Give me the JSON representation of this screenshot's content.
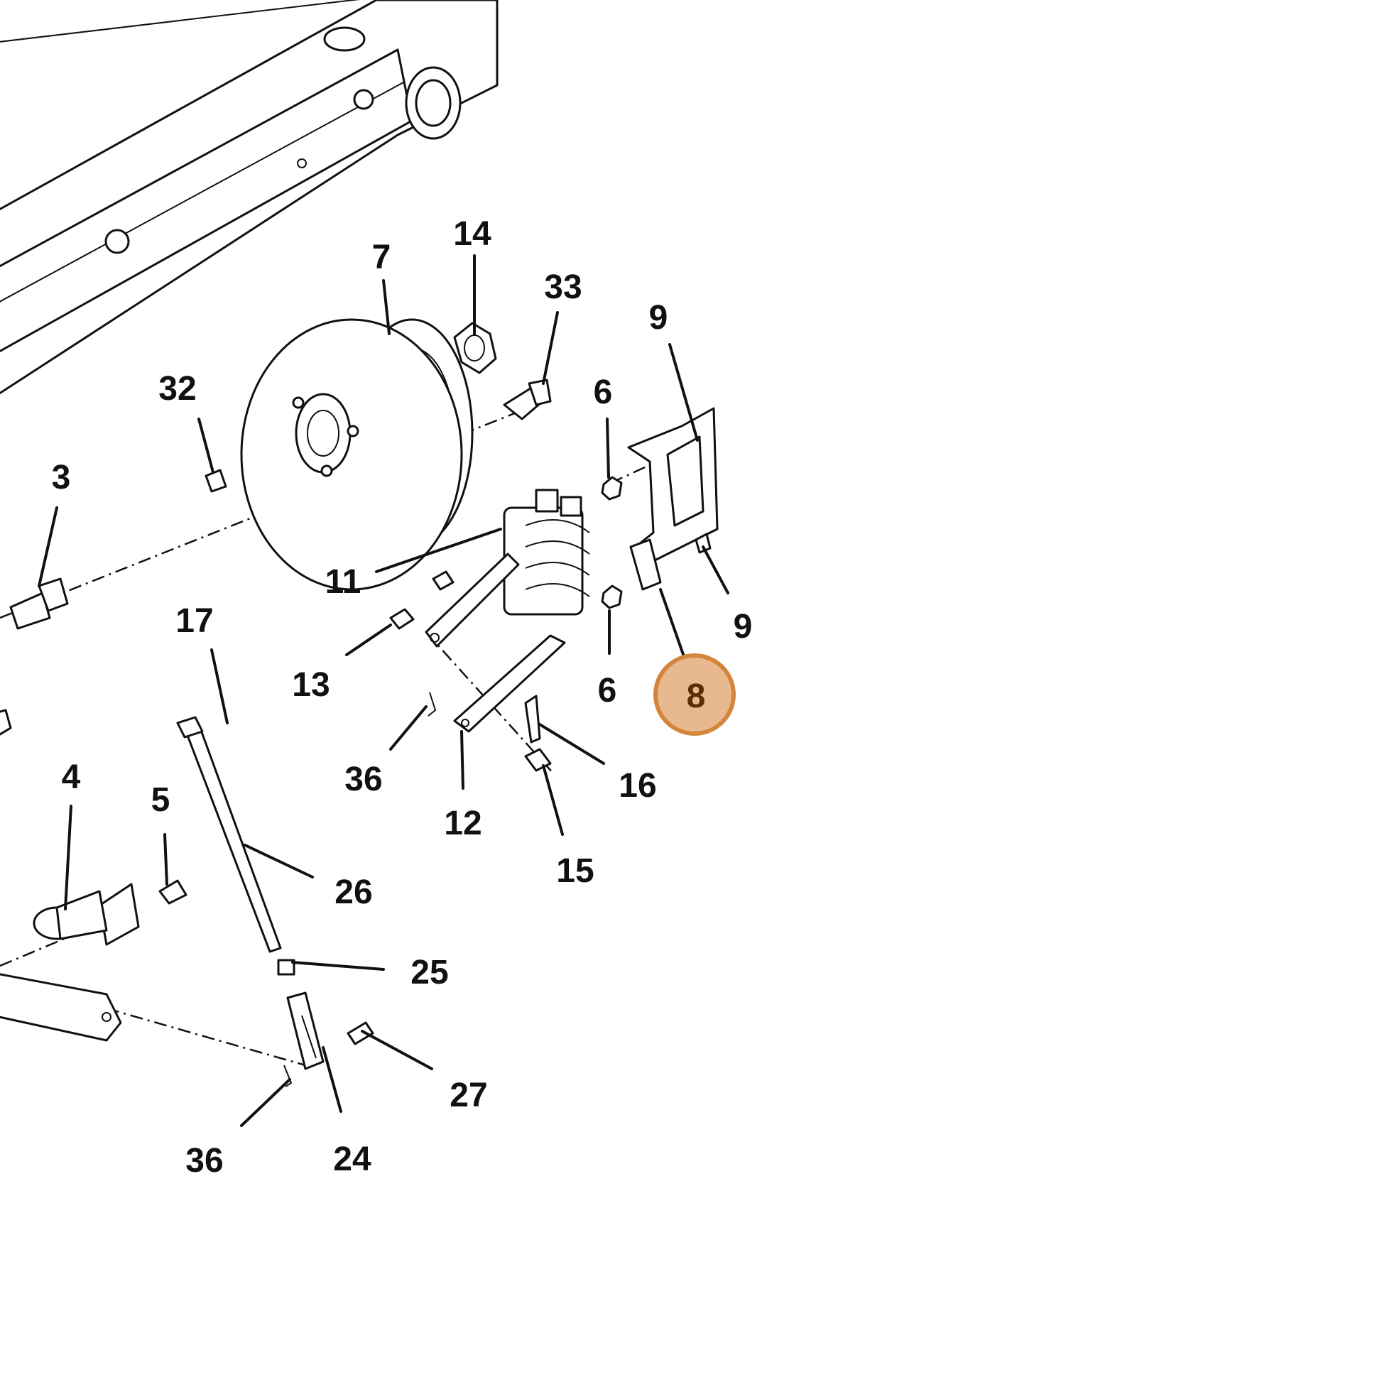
{
  "colors": {
    "highlight_fill": "#e8b88e",
    "highlight_stroke": "#d4853c",
    "line": "#111111"
  },
  "highlighted_callout": "8",
  "callouts": {
    "c14": "14",
    "c7": "7",
    "c33": "33",
    "c9a": "9",
    "c32": "32",
    "c6a": "6",
    "c3": "3",
    "c11": "11",
    "c17": "17",
    "c13": "13",
    "c9b": "9",
    "c6b": "6",
    "c8": "8",
    "c36a": "36",
    "c16": "16",
    "c4": "4",
    "c5": "5",
    "c12": "12",
    "c15": "15",
    "c26": "26",
    "c25": "25",
    "c27": "27",
    "c36b": "36",
    "c24": "24"
  }
}
